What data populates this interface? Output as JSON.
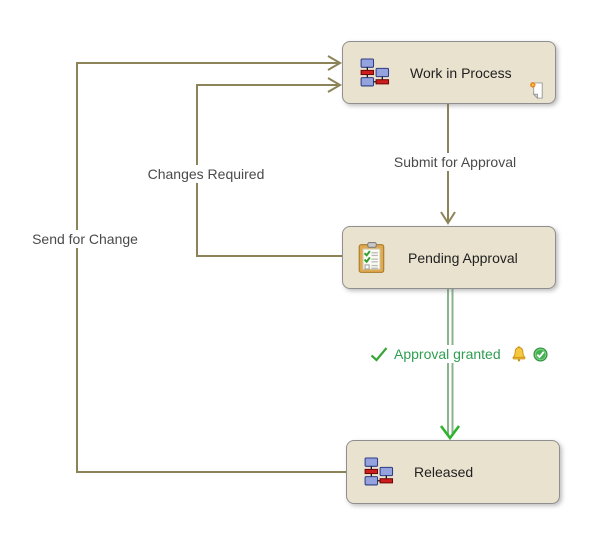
{
  "diagram": {
    "type": "workflow-state-diagram",
    "states": [
      {
        "label": "Work in Process",
        "icon": "version-tree-icon",
        "badge": "new-document-icon"
      },
      {
        "label": "Pending Approval",
        "icon": "checklist-clipboard-icon"
      },
      {
        "label": "Released",
        "icon": "version-tree-icon"
      }
    ],
    "transitions": [
      {
        "label": "Submit for Approval",
        "from": "Work in Process",
        "to": "Pending Approval",
        "style": "single-olive-arrow"
      },
      {
        "label": "Changes Required",
        "from": "Pending Approval",
        "to": "Work in Process",
        "style": "single-olive-arrow"
      },
      {
        "label": "Send for Change",
        "from": "Released",
        "to": "Work in Process",
        "style": "single-olive-arrow"
      },
      {
        "label": "Approval granted",
        "from": "Pending Approval",
        "to": "Released",
        "style": "double-green-arrow",
        "icons": [
          "check-icon",
          "bell-icon",
          "ok-circle-icon"
        ]
      }
    ],
    "colors": {
      "background": "#ffffff",
      "box_fill": "#e9e2ce",
      "box_border": "#8f8f8f",
      "line_olive": "#8c8458",
      "line_green": "#8ab58a",
      "arrow_green": "#2db32d",
      "state_text": "#1f1f1f",
      "transition_text": "#4a4a4a",
      "approval_text": "#2f9e4f"
    }
  }
}
